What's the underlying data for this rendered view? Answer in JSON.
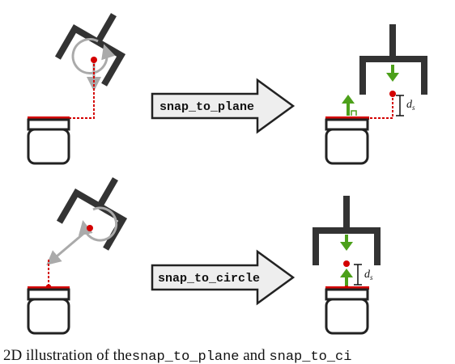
{
  "diagram": {
    "top_row": {
      "operation_label": "snap_to_plane",
      "distance_label": "d",
      "distance_subscript": "s"
    },
    "bottom_row": {
      "operation_label": "snap_to_circle",
      "distance_label": "d",
      "distance_subscript": "s"
    },
    "colors": {
      "gripper": "#333333",
      "jar_outline": "#222222",
      "jar_lid_edge": "#d40000",
      "target_point": "#d40000",
      "motion_arrows": "#aaaaaa",
      "snap_arrows": "#4ca01a",
      "operation_arrow_fill": "#eeeeee"
    }
  },
  "caption": {
    "prefix": ": 2D illustration of the ",
    "code_1": "snap_to_plane",
    "middle": " and ",
    "code_2": "snap_to_ci"
  }
}
